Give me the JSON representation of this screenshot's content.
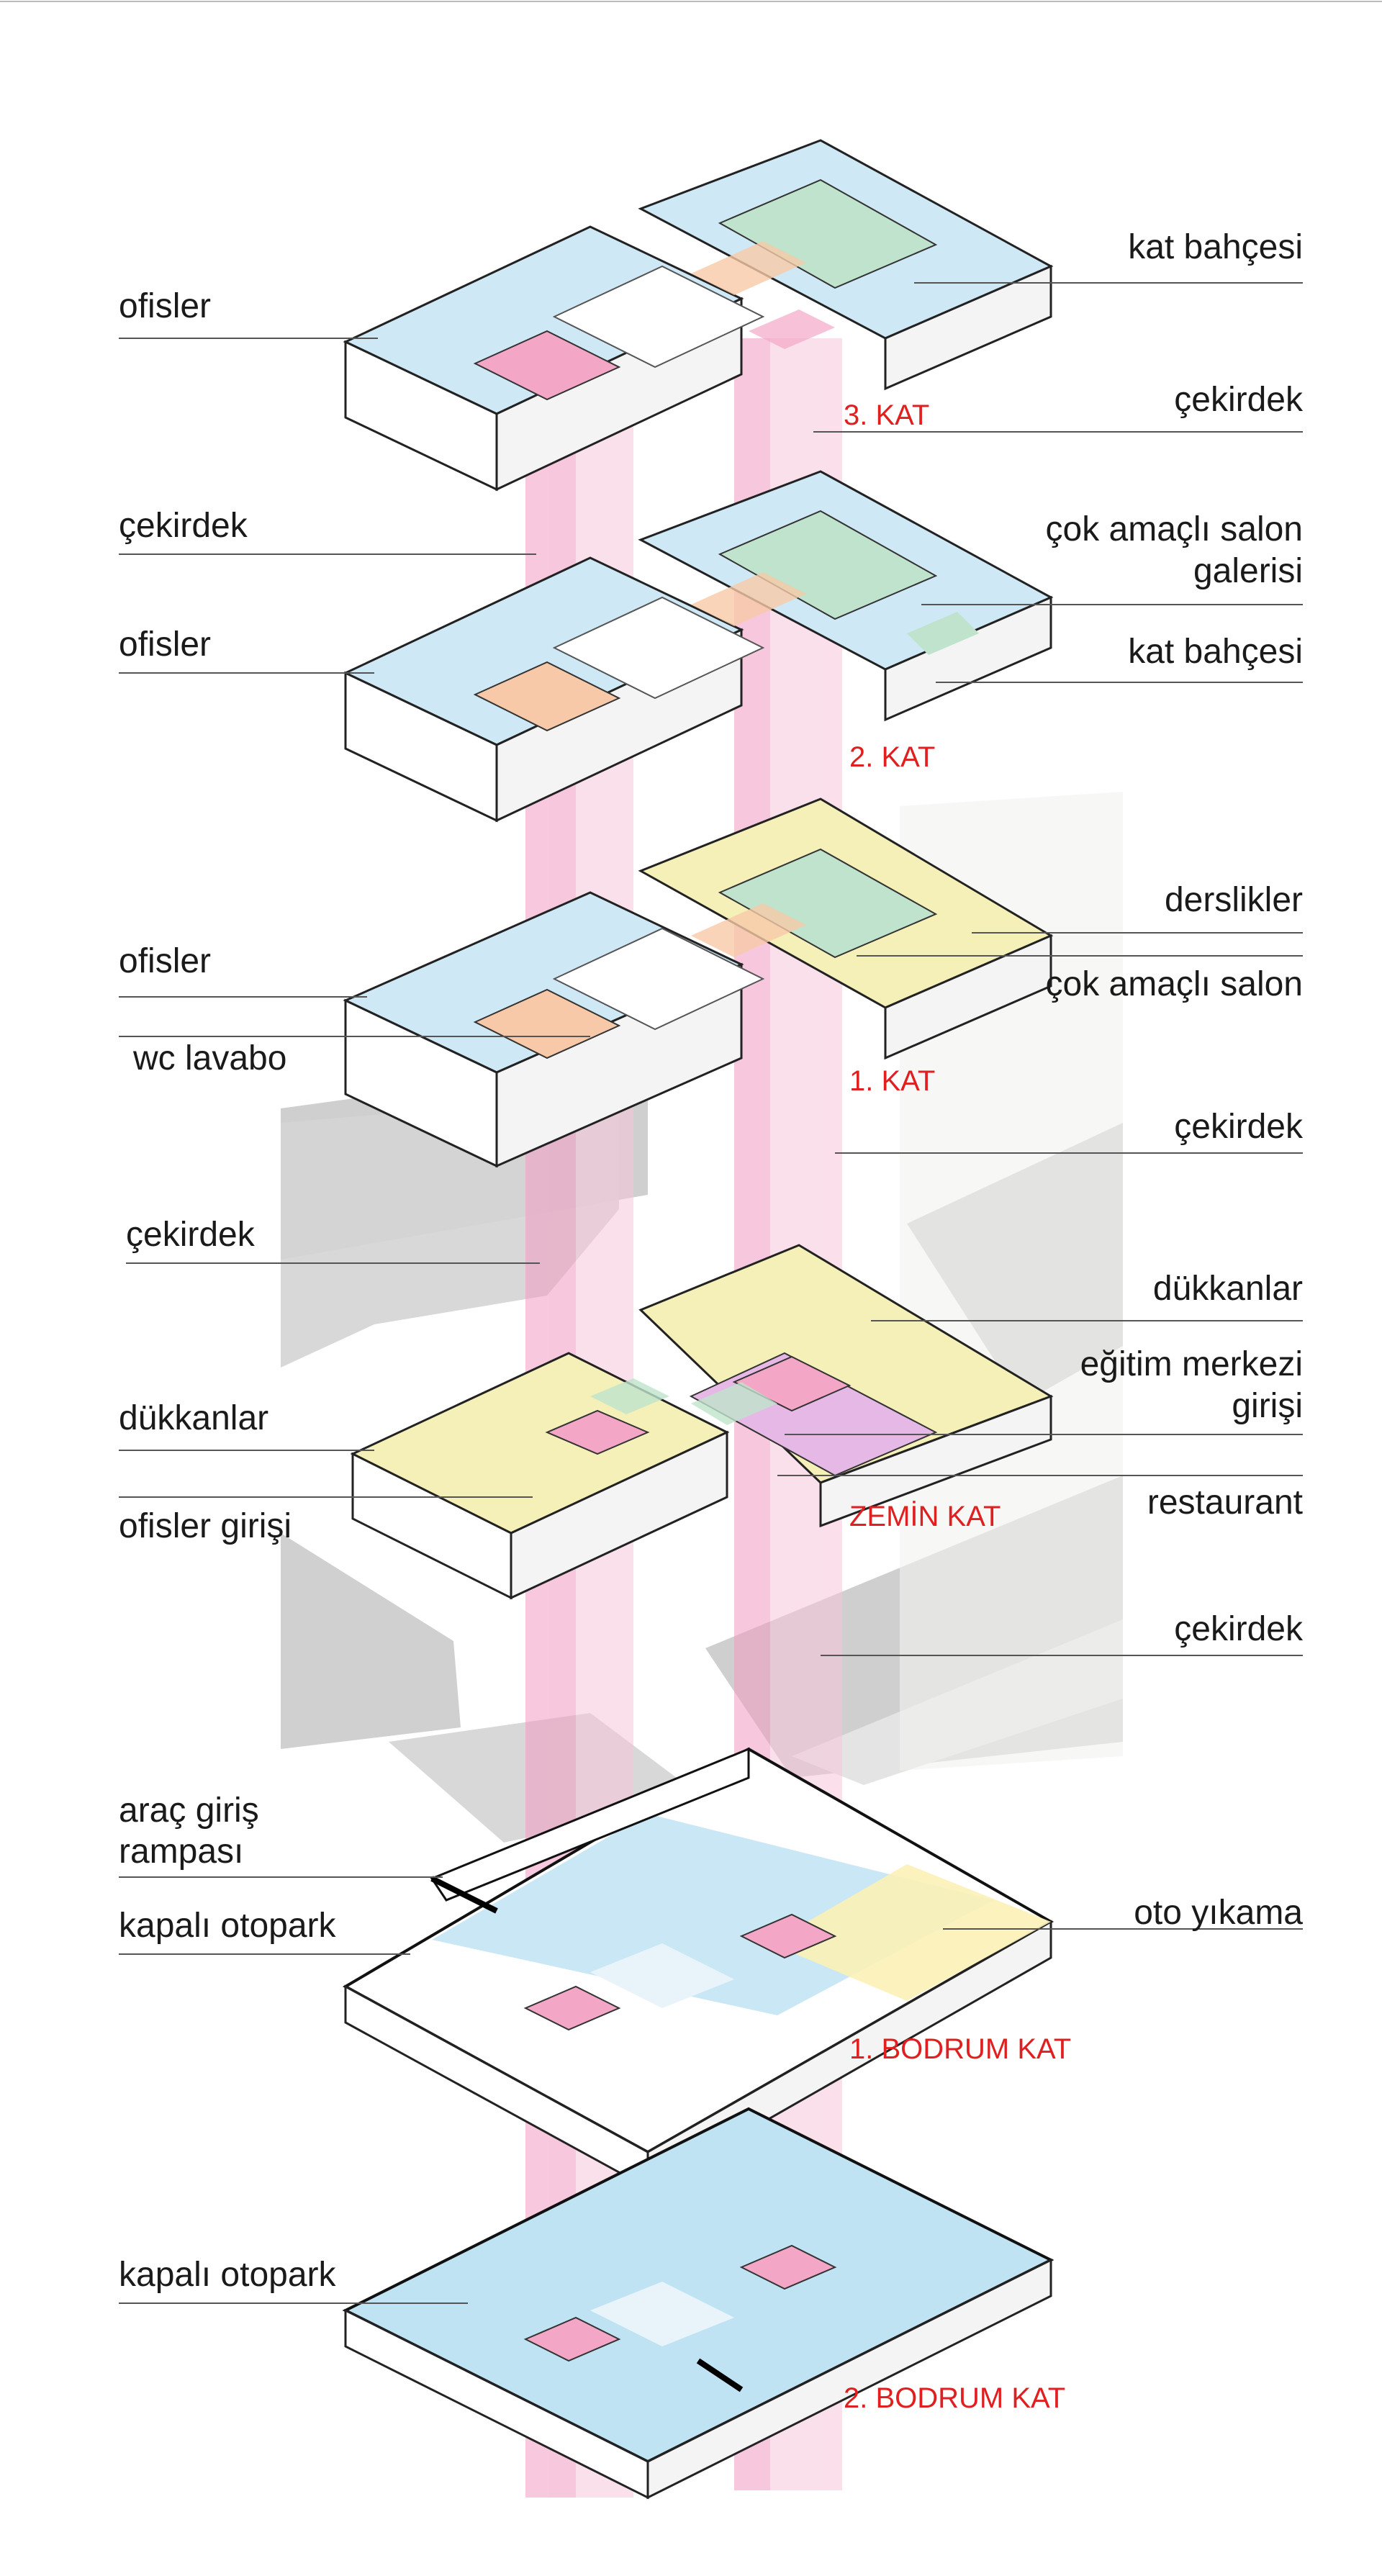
{
  "colors": {
    "core": "#f4a6c6",
    "office": "#bfe0f0",
    "garden": "#bfe3cc",
    "shop": "#f5efb8",
    "restaurant": "#e6b8e6",
    "wc": "#f7c9a8",
    "parking": "#bfe3f3",
    "car_wash": "#fbf1b7",
    "floor_label": "#e02020",
    "leader": "#555555"
  },
  "floors": {
    "f3": "3. KAT",
    "f2": "2. KAT",
    "f1": "1. KAT",
    "ground": "ZEMİN KAT",
    "b1": "1. BODRUM KAT",
    "b2": "2. BODRUM KAT"
  },
  "labels": {
    "f3_left_offices": "ofisler",
    "f3_right_garden": "kat bahçesi",
    "f3_right_core": "çekirdek",
    "f2_left_core": "çekirdek",
    "f2_left_offices": "ofisler",
    "f2_right_gallery_1": "çok amaçlı salon",
    "f2_right_gallery_2": "galerisi",
    "f2_right_garden": "kat bahçesi",
    "f1_right_classrooms": "derslikler",
    "f1_left_offices": "ofisler",
    "f1_right_hall": "çok amaçlı salon",
    "f1_left_wc": "wc lavabo",
    "f1_right_core": "çekirdek",
    "g_left_core": "çekirdek",
    "g_right_shops": "dükkanlar",
    "g_right_edu_1": "eğitim merkezi",
    "g_right_edu_2": "girişi",
    "g_left_shops": "dükkanlar",
    "g_right_restaurant": "restaurant",
    "g_left_office_entry": "ofisler girişi",
    "g_right_core": "çekirdek",
    "b1_left_ramp_1": "araç giriş",
    "b1_left_ramp_2": "rampası",
    "b1_left_parking": "kapalı otopark",
    "b1_right_carwash": "oto yıkama",
    "b2_left_parking": "kapalı otopark"
  }
}
